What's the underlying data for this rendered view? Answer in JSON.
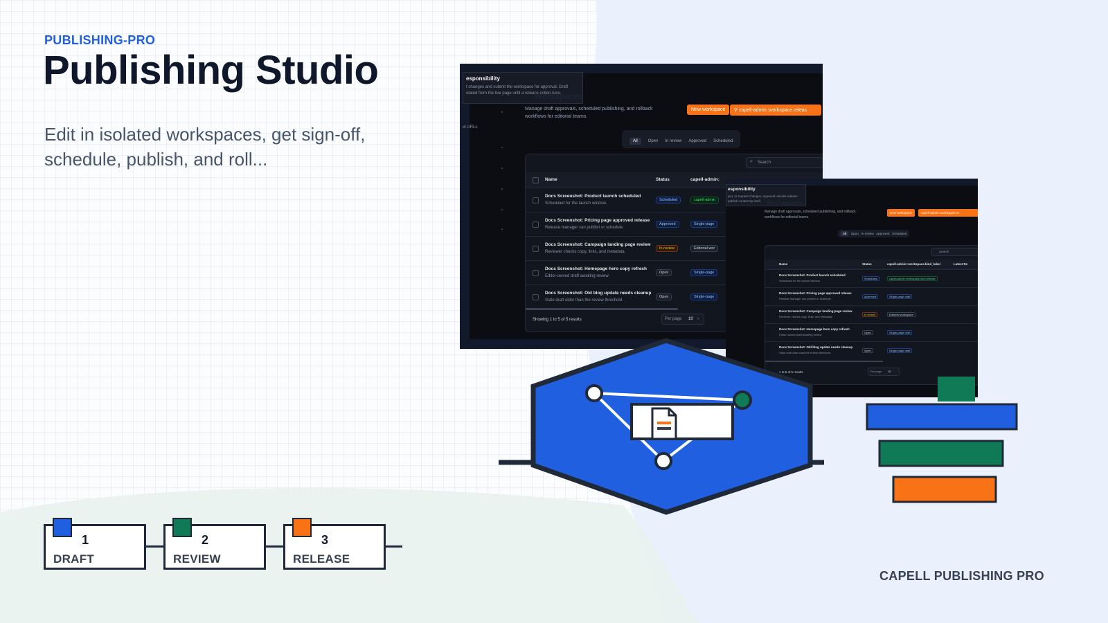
{
  "brand": {
    "eyebrow": "PUBLISHING-PRO",
    "footer": "CAPELL PUBLISHING PRO"
  },
  "hero": {
    "title": "Publishing Studio",
    "subtitle": "Edit in isolated workspaces, get sign-off, schedule, publish, and roll..."
  },
  "colors": {
    "blue": "#1f5fe0",
    "green": "#0f7a55",
    "orange": "#f97316",
    "dark": "#1f2937"
  },
  "steps": [
    {
      "number": "1",
      "label": "DRAFT"
    },
    {
      "number": "2",
      "label": "REVIEW"
    },
    {
      "number": "3",
      "label": "RELEASE"
    }
  ],
  "screenshot": {
    "popover_title": "esponsibility",
    "popover_text_1": "t changes and submit the workspace for approval. Draft",
    "popover_text_2": "olated from the live page until a release action runs.",
    "side_label": "el URLs",
    "workspaces_ghost": "Workspaces",
    "description_1": "Manage draft approvals, scheduled publishing, and rollback",
    "description_2": "workflows for editorial teams.",
    "new_workspace": "New workspace",
    "admin_button": "capell-admin::workspace.releas",
    "tabs": [
      "All",
      "Open",
      "In review",
      "Approved",
      "Scheduled"
    ],
    "search_placeholder": "Search",
    "col_name": "Name",
    "col_status": "Status",
    "col_kind": "capell-admin:",
    "rows": [
      {
        "name": "Docs Screenshot: Product launch scheduled",
        "desc": "Scheduled for the launch window.",
        "status": "Scheduled",
        "kind": "capell-admin"
      },
      {
        "name": "Docs Screenshot: Pricing page approved release",
        "desc": "Release manager can publish or schedule.",
        "status": "Approved",
        "kind": "Single-page"
      },
      {
        "name": "Docs Screenshot: Campaign landing page review",
        "desc": "Reviewer checks copy, links, and metadata.",
        "status": "In review",
        "kind": "Editorial wor"
      },
      {
        "name": "Docs Screenshot: Homepage hero copy refresh",
        "desc": "Editor-owned draft awaiting review.",
        "status": "Open",
        "kind": "Single-page"
      },
      {
        "name": "Docs Screenshot: Old blog update needs cleanup",
        "desc": "Stale draft older than the review threshold.",
        "status": "Open",
        "kind": "Single-page"
      }
    ],
    "showing": "Showing 1 to 5 of 5 results",
    "per_page_label": "Per page",
    "per_page_value": "10"
  },
  "screenshot2": {
    "popover_title": "esponsibility",
    "popover_text_1": "ject, or request changes. Approval unlocks release",
    "popover_text_2": "publish content by itself.",
    "workspaces_ghost": "Workspaces",
    "description_1": "Manage draft approvals, scheduled publishing, and rollback",
    "description_2": "workflows for editorial teams.",
    "new_workspace": "New workspace",
    "admin_button": "capell-admin::workspace.re",
    "tabs": [
      "All",
      "Open",
      "In review",
      "Approved",
      "Scheduled"
    ],
    "search_placeholder": "Search",
    "col_name": "Name",
    "col_status": "Status",
    "col_kind": "capell-admin::workspace.kind_label",
    "col_latest": "Latest Re",
    "rows": [
      {
        "name": "Docs Screenshot: Product launch scheduled",
        "desc": "Scheduled for the launch window.",
        "status": "Scheduled",
        "kind": "capell-admin::workspace.kind.release"
      },
      {
        "name": "Docs Screenshot: Pricing page approved release",
        "desc": "Release manager can publish or schedule.",
        "status": "Approved",
        "kind": "Single-page draft"
      },
      {
        "name": "Docs Screenshot: Campaign landing page review",
        "desc": "Reviewer checks copy, links, and metadata.",
        "status": "In review",
        "kind": "Editorial workspace"
      },
      {
        "name": "Docs Screenshot: Homepage hero copy refresh",
        "desc": "Editor-owned draft awaiting review.",
        "status": "Open",
        "kind": "Single-page draft"
      },
      {
        "name": "Docs Screenshot: Old blog update needs cleanup",
        "desc": "Stale draft older than the review threshold.",
        "status": "Open",
        "kind": "Single-page draft"
      }
    ],
    "showing": "1 to 5 of 5 results",
    "per_page_label": "Per page",
    "per_page_value": "10"
  }
}
